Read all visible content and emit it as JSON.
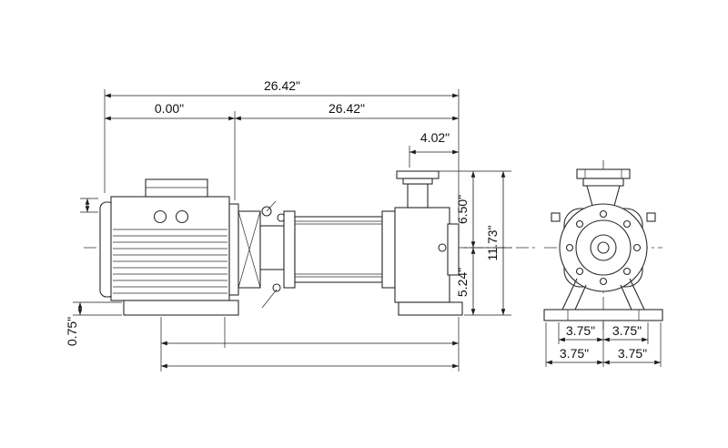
{
  "drawing": {
    "background": "#ffffff",
    "line_color": "#2b2b2b",
    "dim_color": "#1c1c1c",
    "dims": {
      "overall_length": "26.42\"",
      "ref_zero": "0.00\"",
      "pump_length": "26.42\"",
      "discharge_offset": "4.02\"",
      "height_center_to_discharge": "6.50\"",
      "height_overall": "11.73\"",
      "height_center_to_base": "5.24\"",
      "base_height": "0.75\"",
      "end_inner_left": "3.75\"",
      "end_inner_right": "3.75\"",
      "end_outer_left": "3.75\"",
      "end_outer_right": "3.75\""
    }
  }
}
